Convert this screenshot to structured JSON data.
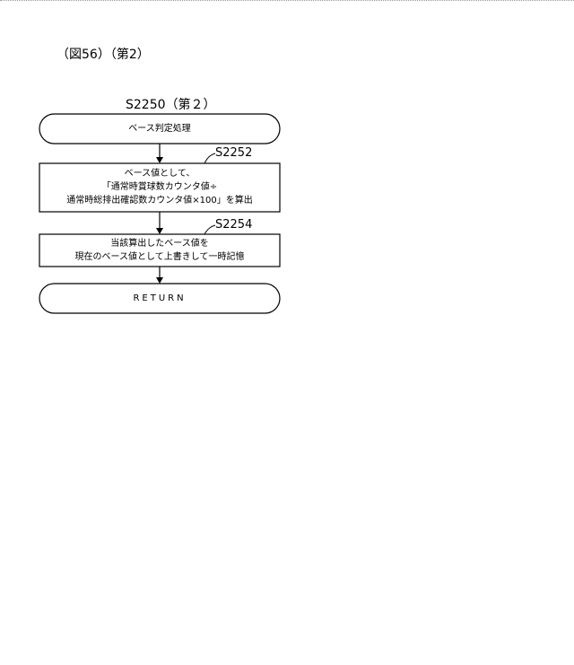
{
  "figure_label": "（図56）（第2）",
  "flow_title": "S2250（第２）",
  "start": {
    "text": "ベース判定処理"
  },
  "steps": [
    {
      "id": "S2252",
      "lines": [
        "ベース値として、",
        "「通常時賞球数カウンタ値÷",
        "通常時総排出確認数カウンタ値×100」を算出"
      ]
    },
    {
      "id": "S2254",
      "lines": [
        "当該算出したベース値を",
        "現在のベース値として上書きして一時記憶"
      ]
    }
  ],
  "end": {
    "text": "RETURN"
  }
}
